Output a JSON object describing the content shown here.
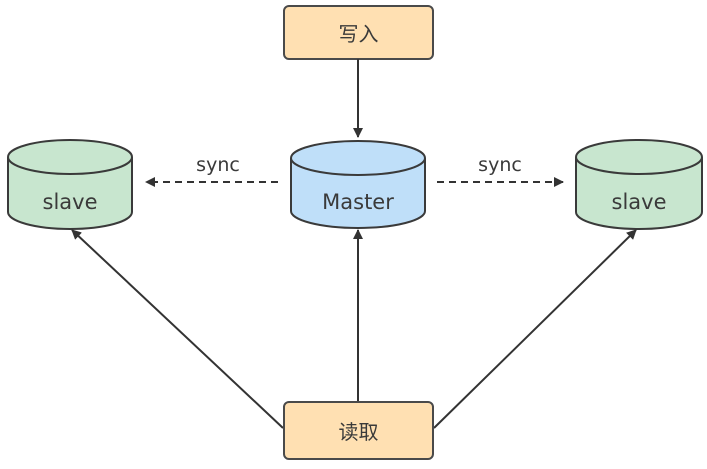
{
  "nodes": {
    "write": {
      "label": "写入",
      "fill": "#ffe0b2",
      "stroke": "#4a4a4a"
    },
    "master": {
      "label": "Master",
      "fill": "#bfdff9",
      "stroke": "#3a3a3a"
    },
    "slave_left": {
      "label": "slave",
      "fill": "#c8e6cf",
      "stroke": "#3a3a3a"
    },
    "slave_right": {
      "label": "slave",
      "fill": "#c8e6cf",
      "stroke": "#3a3a3a"
    },
    "read": {
      "label": "读取",
      "fill": "#ffe0b2",
      "stroke": "#4a4a4a"
    }
  },
  "edges": {
    "sync_left": {
      "label": "sync",
      "style": "dashed"
    },
    "sync_right": {
      "label": "sync",
      "style": "dashed"
    }
  },
  "colors": {
    "line": "#333333",
    "text": "#3a3a3a"
  }
}
